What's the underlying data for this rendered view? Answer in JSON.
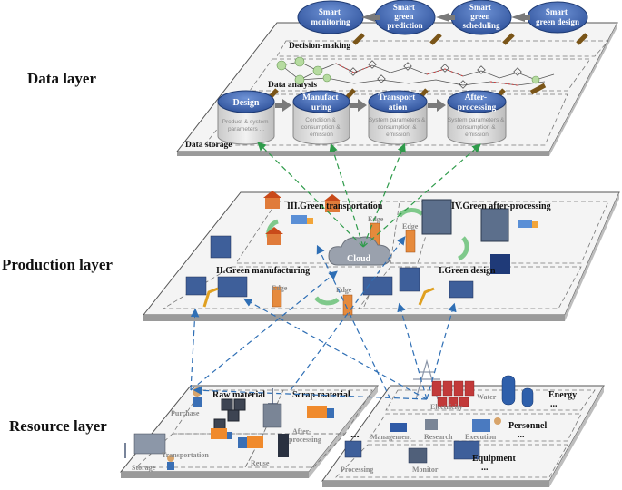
{
  "colors": {
    "blue_ellipse": "#3a64b4",
    "grey_arrow": "#7a7a7a",
    "brown_arrow": "#7a5518",
    "green_dash": "#2e9b4a",
    "blue_dash": "#2f6fb5",
    "node_green": "#b6dba0",
    "red_dash": "#d23a3a"
  },
  "layers": {
    "data": "Data layer",
    "production": "Production layer",
    "resource": "Resource layer"
  },
  "data_layer": {
    "goals": [
      "Smart\nmonitoring",
      "Smart\ngreen\nprediction",
      "Smart\ngreen\nscheduling",
      "Smart\ngreen design"
    ],
    "decision_making": "Decision-making",
    "data_analysis": "Data analysis",
    "data_storage": "Data storage",
    "stores": [
      {
        "title": "Design",
        "desc": "Product & system\nparameters ..."
      },
      {
        "title": "Manufact\nuring",
        "desc": "Condition &\nconsumption &\nemission"
      },
      {
        "title": "Transport\nation",
        "desc": "System parameters &\nconsumption &\nemission"
      },
      {
        "title": "After-\nprocessing",
        "desc": "System parameters &\nconsumption &\nemission"
      }
    ]
  },
  "production_layer": {
    "transportation": "III.Green transportation",
    "after_processing": "IV.Green after-processing",
    "manufacturing": "II.Green manufacturing",
    "design": "I.Green design",
    "cloud": "Cloud",
    "edges": [
      "Edge",
      "Edge",
      "Edge",
      "Edge"
    ]
  },
  "resource_layer": {
    "raw_material": "Raw material",
    "scrap_material": "Scrap material",
    "purchase": "Purchase",
    "after_processing": "After-\nprocessing",
    "transportation": "Transportation",
    "storage": "Storage",
    "reuse": "Reuse",
    "electricity": "Electricity",
    "water": "Water",
    "energy": "Energy",
    "energy_more": "...",
    "management": "Management",
    "research": "Research",
    "execution": "Execution",
    "personnel": "Personnel",
    "personnel_more": "...",
    "processing": "Processing",
    "monitor": "Monitor",
    "equipment": "Equipment",
    "equipment_more": "...",
    "ellipsis_top": "..."
  }
}
